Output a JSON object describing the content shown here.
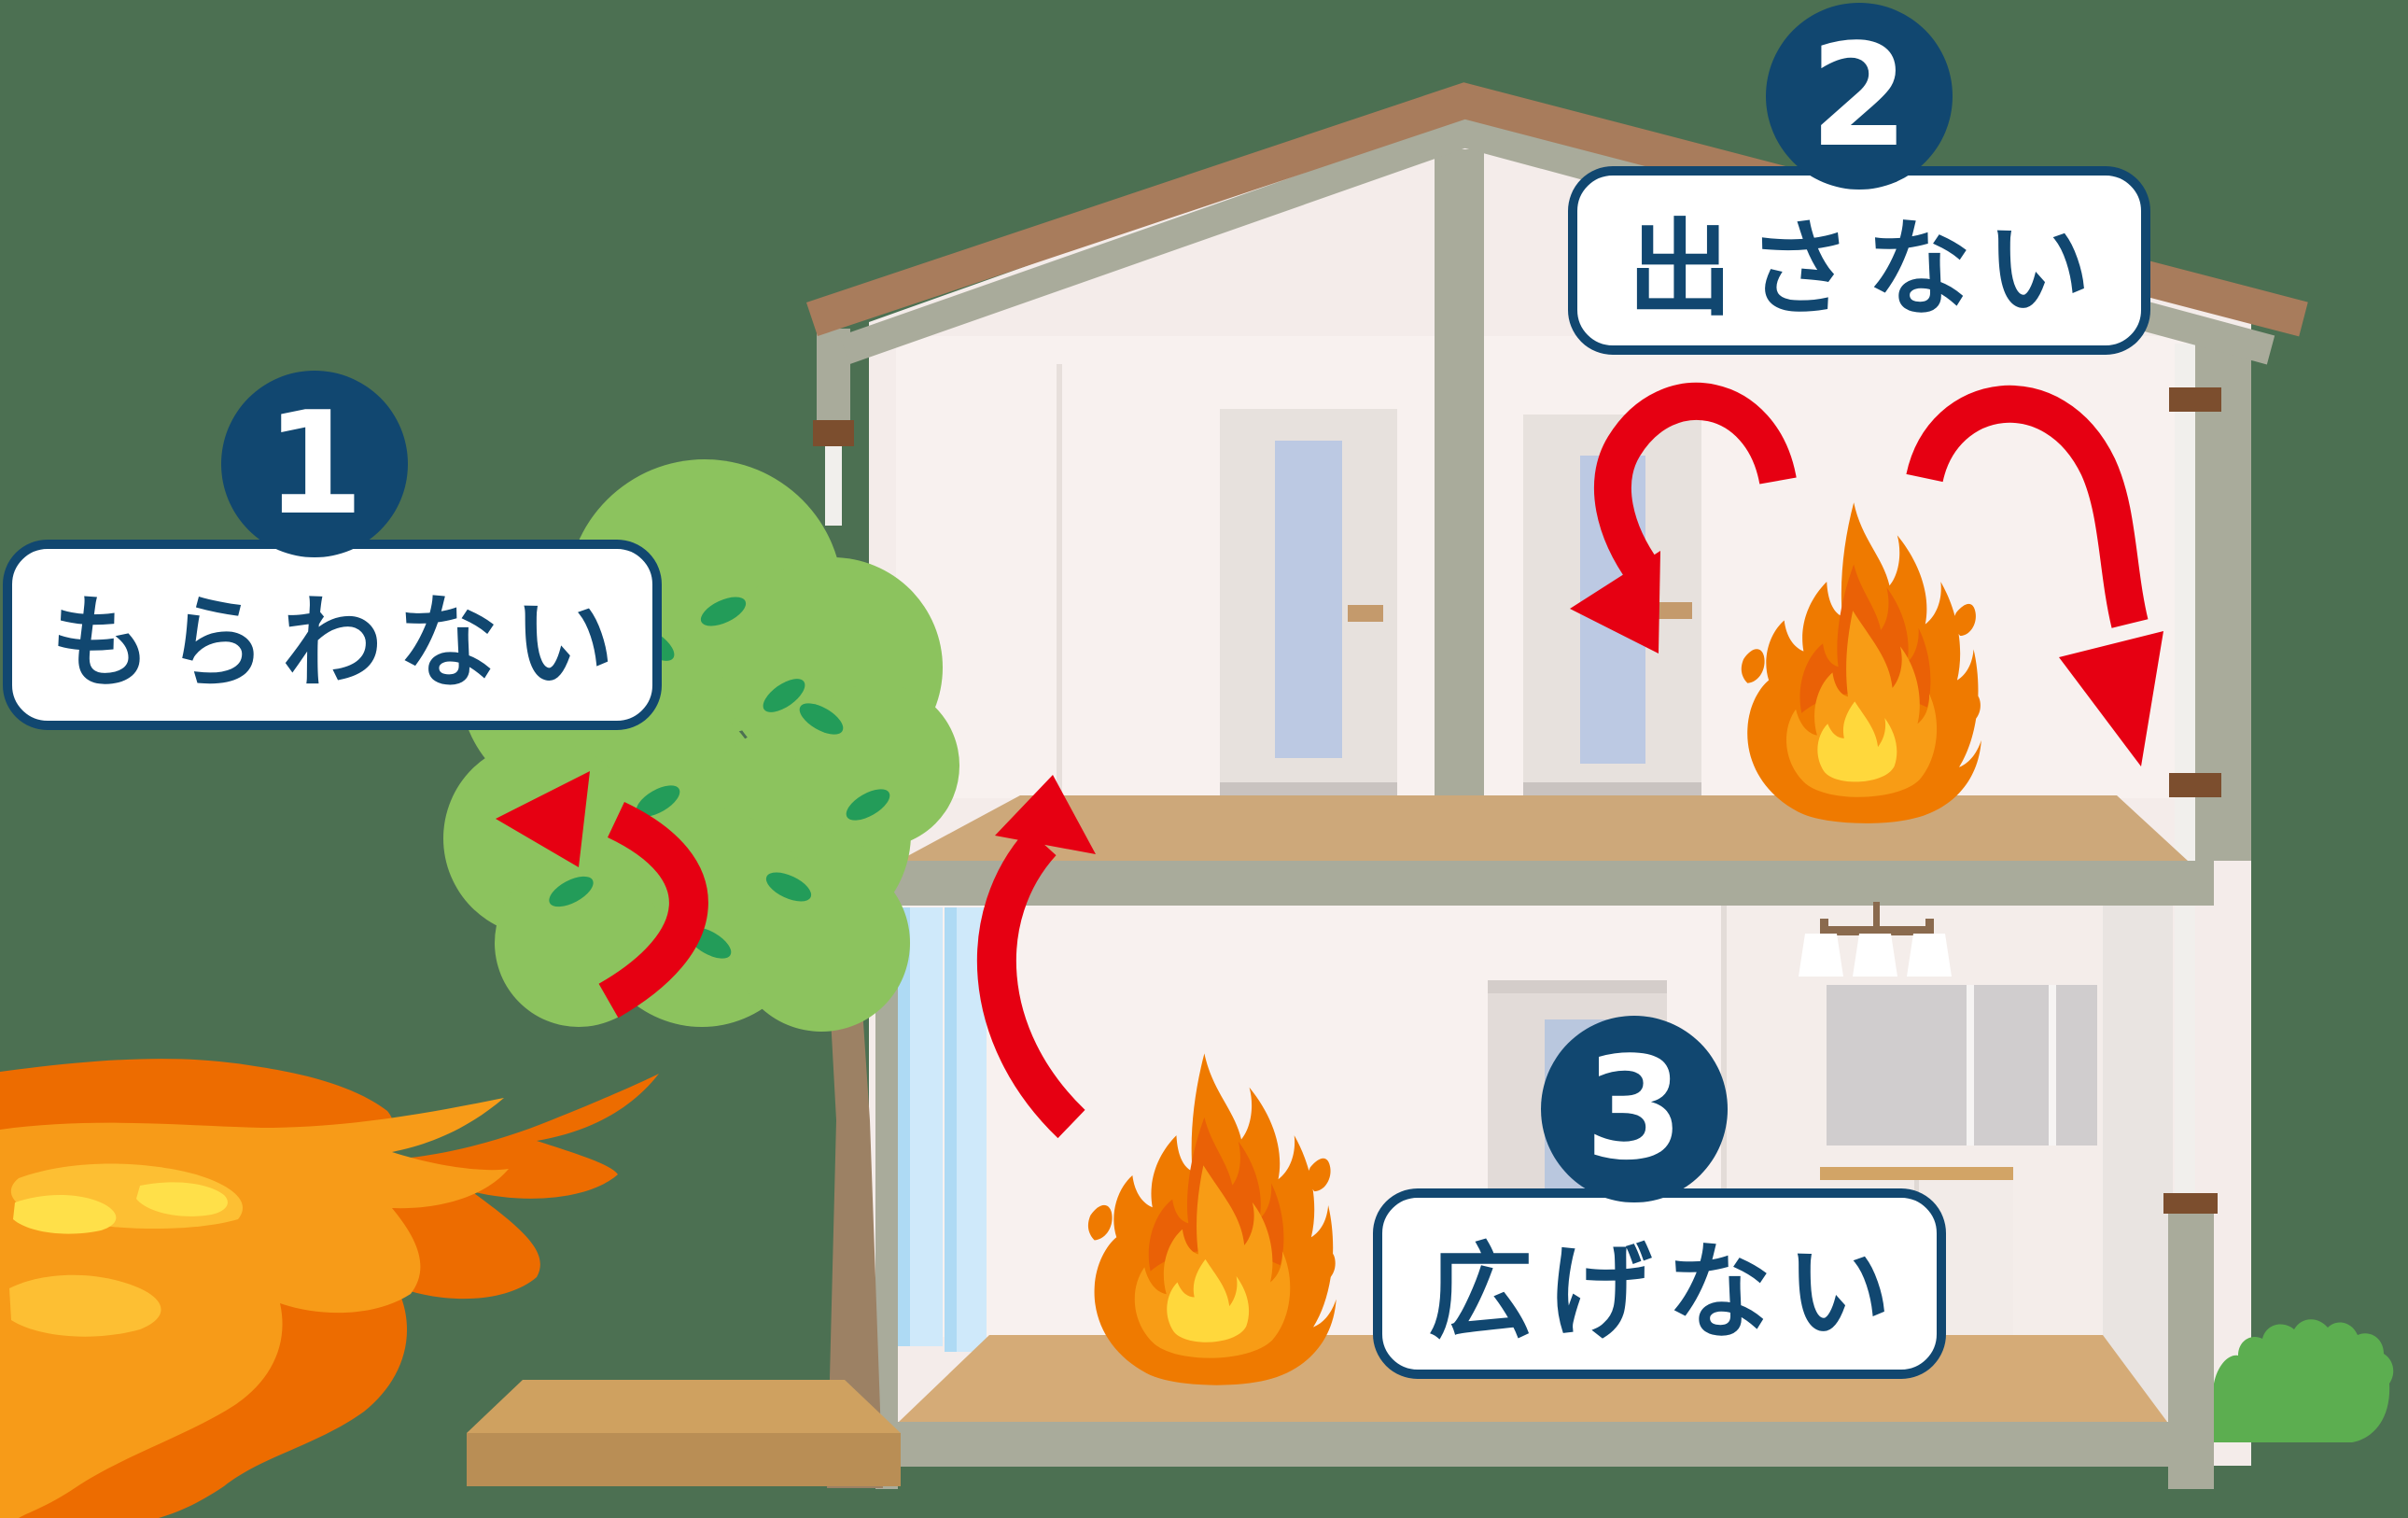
{
  "steps": [
    {
      "number": "1",
      "label": "もらわない"
    },
    {
      "number": "2",
      "label": "出さない"
    },
    {
      "number": "3",
      "label": "広げない"
    }
  ],
  "colors": {
    "background_green": "#4c7052",
    "badge_navy": "#114770",
    "arrow_red": "#e60012",
    "roof_brown": "#a87c5c",
    "structure_gray": "#a9ab9b",
    "wall_cream": "#f4ecea",
    "floor_tan": "#d5ab77",
    "curtain_blue": "#cfe9fa",
    "door_glass_blue": "#bcc9e3",
    "fire_orange": "#ef7a00",
    "fire_yellow": "#ffd83c",
    "big_flame_orange": "#ed6c00",
    "tree_green": "#8cc35e",
    "bush_green": "#5cae50"
  }
}
